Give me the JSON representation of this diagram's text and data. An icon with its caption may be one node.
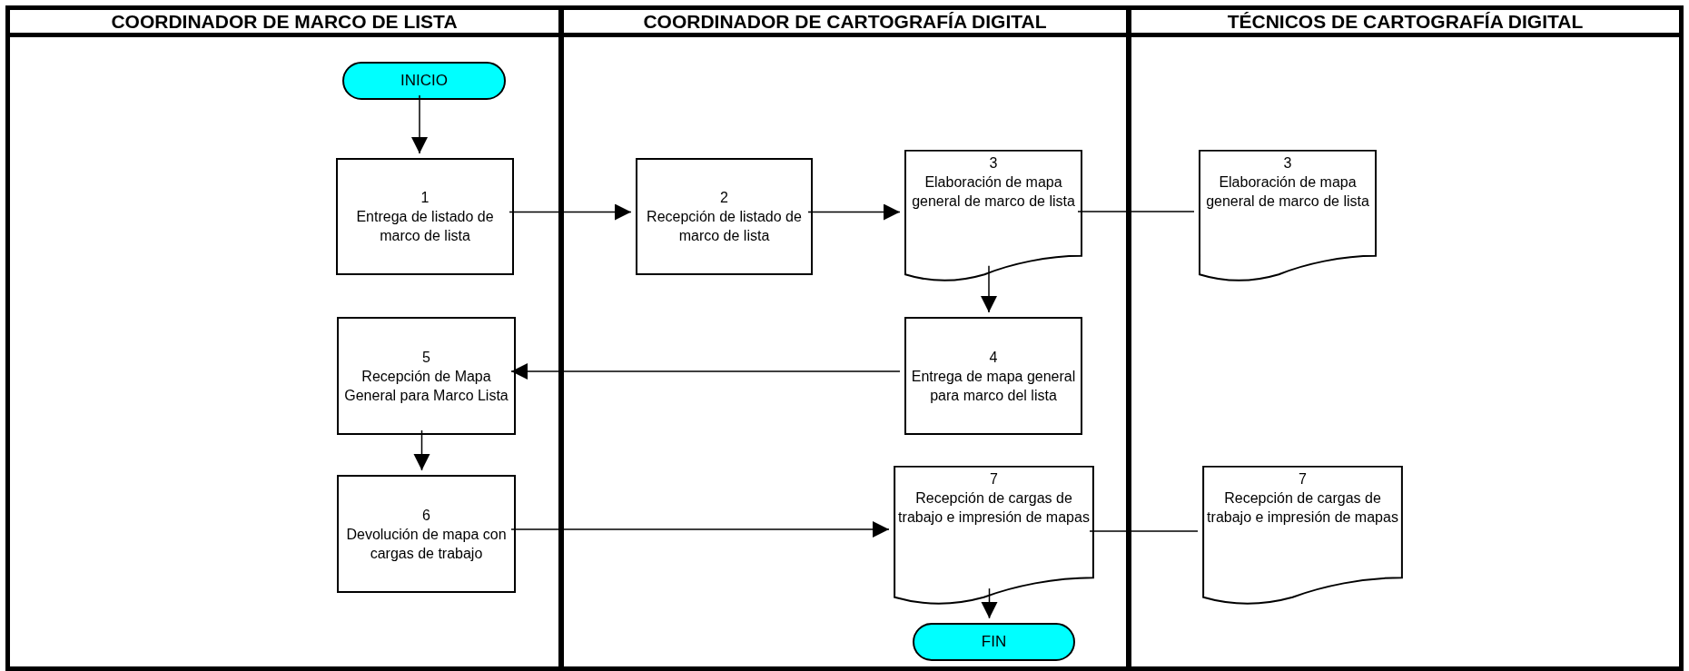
{
  "diagram": {
    "nodes": [
      {
        "text": [
          "COORDINADOR DE MARCO DE LISTA"
        ]
      },
      {
        "text": [
          "COORDINADOR DE CARTOGRAFÍA DIGITAL"
        ]
      },
      {
        "text": [
          "TÉCNICOS DE CARTOGRAFÍA DIGITAL"
        ]
      },
      {
        "text": [
          "INICIO"
        ],
        "in": 0
      },
      {
        "text": [
          "1",
          "Entrega de listado de marco de lista"
        ],
        "in": 0
      },
      {
        "text": [
          "2",
          "Recepción de listado de marco de lista"
        ],
        "in": 1
      },
      {
        "text": [
          "3",
          "Elaboración de mapa general de marco de lista"
        ],
        "in": 1
      },
      {
        "text": [
          "3",
          "Elaboración de mapa general de marco de lista"
        ],
        "in": 2
      },
      {
        "text": [
          "4",
          "Entrega de mapa general para marco del lista"
        ],
        "in": 1
      },
      {
        "text": [
          "5",
          "Recepción de Mapa General para Marco Lista"
        ],
        "in": 0
      },
      {
        "text": [
          "6",
          "Devolución de mapa con cargas de trabajo"
        ],
        "in": 0
      },
      {
        "text": [
          "7",
          "Recepción de cargas de trabajo e impresión de mapas"
        ],
        "in": 1
      },
      {
        "text": [
          "7",
          "Recepción de cargas de trabajo e impresión de mapas"
        ],
        "in": 2
      },
      {
        "text": [
          "FIN"
        ],
        "in": 1
      }
    ],
    "edges": [
      {
        "from": 3,
        "to": 4,
        "arrow": "to"
      },
      {
        "from": 4,
        "to": 5,
        "arrow": "to"
      },
      {
        "from": 5,
        "to": 6,
        "arrow": "to"
      },
      {
        "from": 6,
        "to": 7,
        "arrow": "none"
      },
      {
        "from": 6,
        "to": 8,
        "arrow": "to"
      },
      {
        "from": 8,
        "to": 9,
        "arrow": "to"
      },
      {
        "from": 9,
        "to": 10,
        "arrow": "to"
      },
      {
        "from": 10,
        "to": 11,
        "arrow": "to"
      },
      {
        "from": 11,
        "to": 12,
        "arrow": "none"
      },
      {
        "from": 11,
        "to": 13,
        "arrow": "to"
      }
    ]
  }
}
